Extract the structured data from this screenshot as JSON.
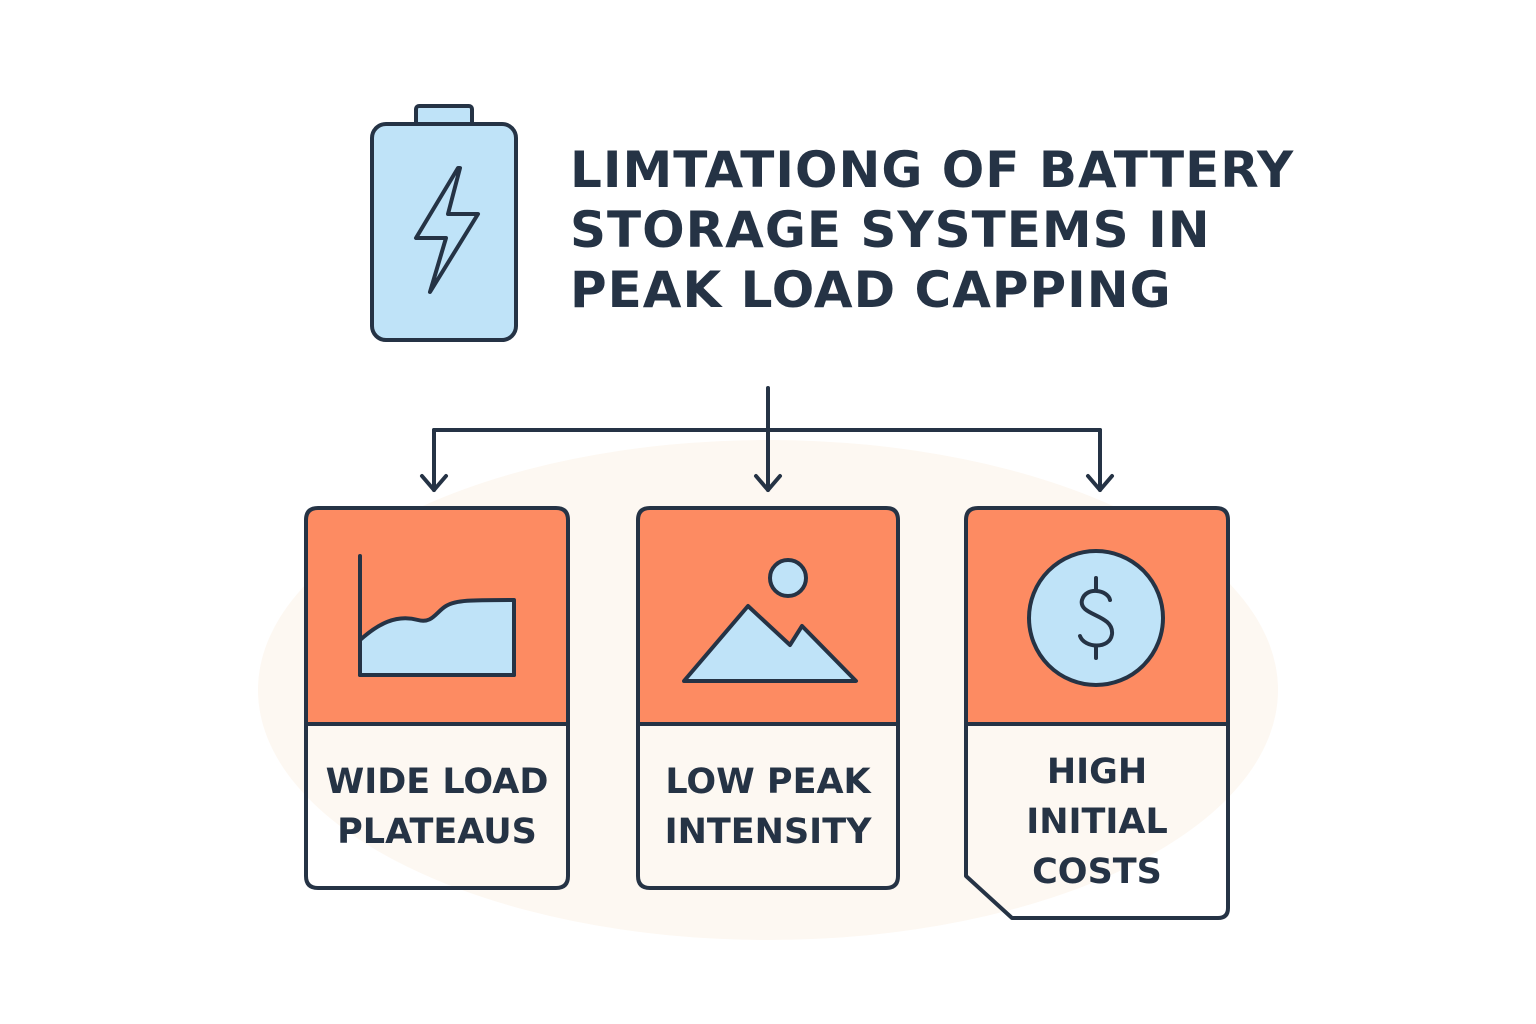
{
  "title_lines": [
    "LIMTATIONG OF BATTERY",
    "STORAGE SYSTEMS IN",
    "PEAK LOAD CAPPING"
  ],
  "cards": [
    {
      "icon": "area-chart-icon",
      "label_lines": [
        "WIDE LOAD",
        "PLATEAUS"
      ]
    },
    {
      "icon": "mountain-peak-icon",
      "label_lines": [
        "LOW PEAK",
        "INTENSITY"
      ]
    },
    {
      "icon": "dollar-coin-icon",
      "label_lines": [
        "HIGH",
        "INITIAL",
        "COSTS"
      ]
    }
  ],
  "colors": {
    "outline": "#253345",
    "orange": "#FD8B62",
    "light_blue": "#BFE3F8",
    "background_blob": "#FDF8F2"
  }
}
